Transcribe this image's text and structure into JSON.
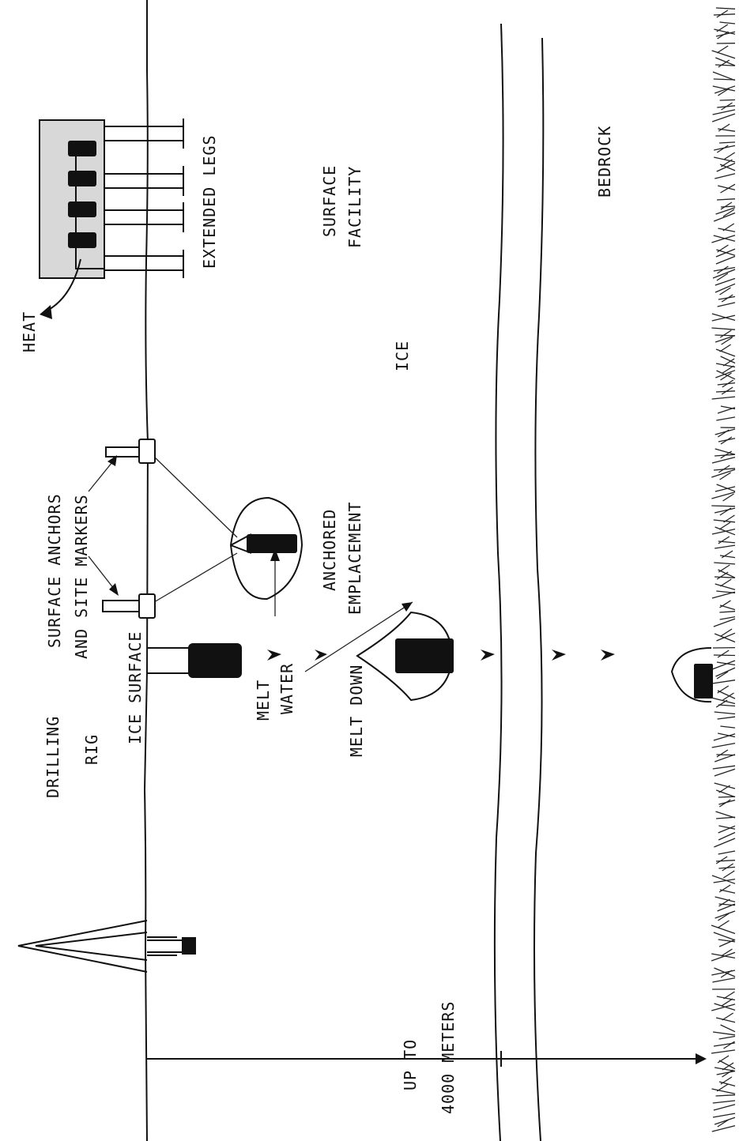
{
  "labels": {
    "drilling_rig_1": "DRILLING",
    "drilling_rig_2": "RIG",
    "ice_surface": "ICE SURFACE",
    "melt_down": "MELT DOWN",
    "melt_water_1": "MELT",
    "melt_water_2": "WATER",
    "up_to_1": "UP TO",
    "up_to_2": "4000 METERS",
    "anchors_1": "SURFACE ANCHORS",
    "anchors_2": "AND SITE MARKERS",
    "anchored_1": "ANCHORED",
    "anchored_2": "EMPLACEMENT",
    "ice": "ICE",
    "heat": "HEAT",
    "extended_legs": "EXTENDED LEGS",
    "surface_facility_1": "SURFACE",
    "surface_facility_2": "FACILITY",
    "bedrock": "BEDROCK"
  },
  "colors": {
    "ink": "#111111",
    "paper": "#ffffff",
    "stipple": "#d8d8d8"
  }
}
